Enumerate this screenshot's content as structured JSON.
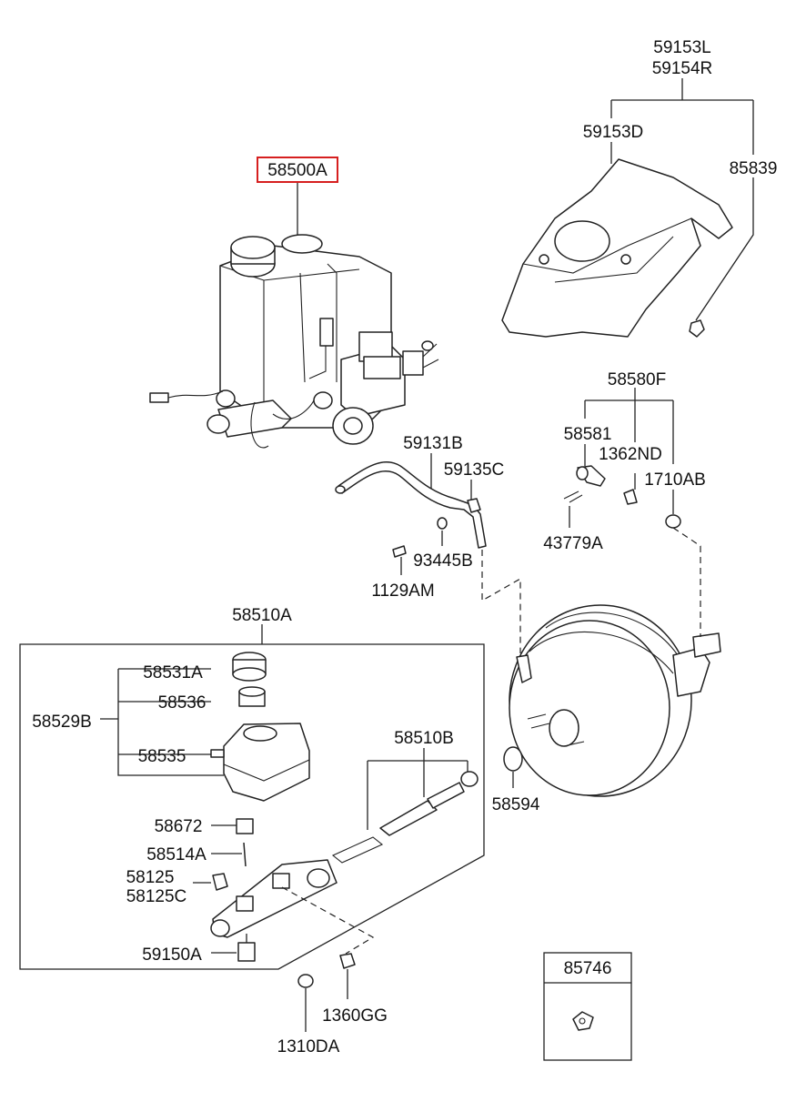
{
  "labels": {
    "p58500A": "58500A",
    "p59153L": "59153L",
    "p59154R": "59154R",
    "p59153D": "59153D",
    "p85839": "85839",
    "p58580F": "58580F",
    "p58581": "58581",
    "p1362ND": "1362ND",
    "p1710AB": "1710AB",
    "p43779A": "43779A",
    "p59131B": "59131B",
    "p59135C": "59135C",
    "p93445B": "93445B",
    "p1129AM": "1129AM",
    "p58510A": "58510A",
    "p58531A": "58531A",
    "p58536": "58536",
    "p58529B": "58529B",
    "p58535": "58535",
    "p58510B": "58510B",
    "p58594": "58594",
    "p58672": "58672",
    "p58514A": "58514A",
    "p58125": "58125",
    "p58125C": "58125C",
    "p59150A": "59150A",
    "p1360GG": "1360GG",
    "p1310DA": "1310DA",
    "p85746": "85746"
  },
  "highlight_color": "#d61f1f"
}
